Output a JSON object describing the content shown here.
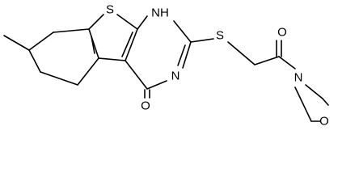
{
  "structure": {
    "atoms": {
      "sulfur_ring": "S",
      "nh": "NH",
      "sulfur_linker": "S",
      "oxygen_ketone": "O",
      "nitrogen_pyrimidine": "N",
      "nitrogen_morpholine": "N",
      "oxygen_morpholine": "O",
      "oxygen_lactam": "O"
    },
    "colors": {
      "ink": "#000000",
      "background": "#ffffff"
    }
  }
}
